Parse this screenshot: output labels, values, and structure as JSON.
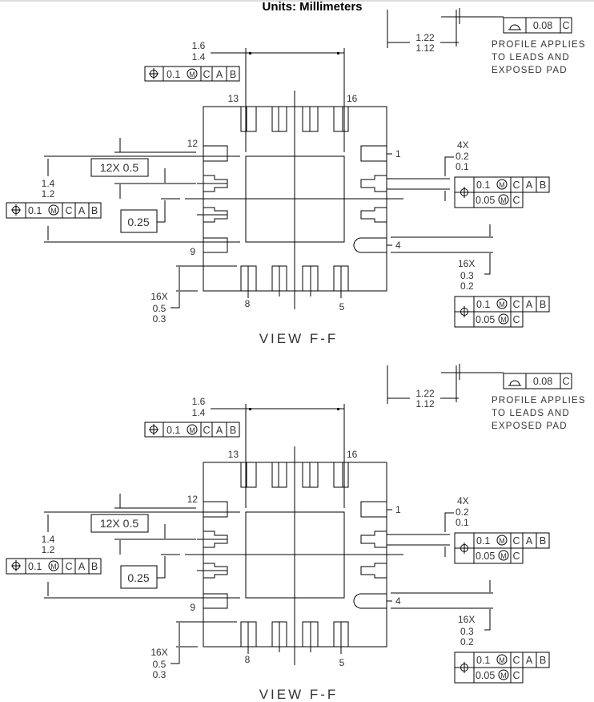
{
  "title": "Units: Millimeters",
  "views": [
    {
      "view_label": "VIEW F-F",
      "thickness": {
        "max": "1.22",
        "min": "1.12"
      },
      "profile": {
        "tolerance": "0.08",
        "datum": "C",
        "note": [
          "PROFILE APPLIES",
          "TO LEADS AND",
          "EXPOSED PAD"
        ]
      },
      "pad_width": {
        "max": "1.6",
        "min": "1.4"
      },
      "pad_height": {
        "max": "1.4",
        "min": "1.2"
      },
      "fcf_pad": {
        "tol": "0.1",
        "mod": "M",
        "d1": "C",
        "d2": "A",
        "d3": "B"
      },
      "pitch": "12X 0.5",
      "offset": "0.25",
      "pins": {
        "p1": "1",
        "p4": "4",
        "p5": "5",
        "p8": "8",
        "p9": "9",
        "p12": "12",
        "p13": "13",
        "p16": "16"
      },
      "corner_width": {
        "count": "4X",
        "max": "0.2",
        "min": "0.1"
      },
      "lead_width": {
        "count": "16X",
        "max": "0.3",
        "min": "0.2"
      },
      "lead_length": {
        "count": "16X",
        "max": "0.5",
        "min": "0.3"
      },
      "fcf_lead": {
        "tol": "0.1",
        "mod": "M",
        "d1": "C",
        "d2": "A",
        "d3": "B",
        "tol2": "0.05",
        "mod2": "M",
        "d4": "C"
      }
    },
    {
      "view_label": "VIEW F-F",
      "thickness": {
        "max": "1.22",
        "min": "1.12"
      },
      "profile": {
        "tolerance": "0.08",
        "datum": "C",
        "note": [
          "PROFILE APPLIES",
          "TO LEADS AND",
          "EXPOSED PAD"
        ]
      },
      "pad_width": {
        "max": "1.6",
        "min": "1.4"
      },
      "pad_height": {
        "max": "1.4",
        "min": "1.2"
      },
      "fcf_pad": {
        "tol": "0.1",
        "mod": "M",
        "d1": "C",
        "d2": "A",
        "d3": "B"
      },
      "pitch": "12X 0.5",
      "offset": "0.25",
      "pins": {
        "p1": "1",
        "p4": "4",
        "p5": "5",
        "p8": "8",
        "p9": "9",
        "p12": "12",
        "p13": "13",
        "p16": "16"
      },
      "corner_width": {
        "count": "4X",
        "max": "0.2",
        "min": "0.1"
      },
      "lead_width": {
        "count": "16X",
        "max": "0.3",
        "min": "0.2"
      },
      "lead_length": {
        "count": "16X",
        "max": "0.5",
        "min": "0.3"
      },
      "fcf_lead": {
        "tol": "0.1",
        "mod": "M",
        "d1": "C",
        "d2": "A",
        "d3": "B",
        "tol2": "0.05",
        "mod2": "M",
        "d4": "C"
      }
    }
  ]
}
